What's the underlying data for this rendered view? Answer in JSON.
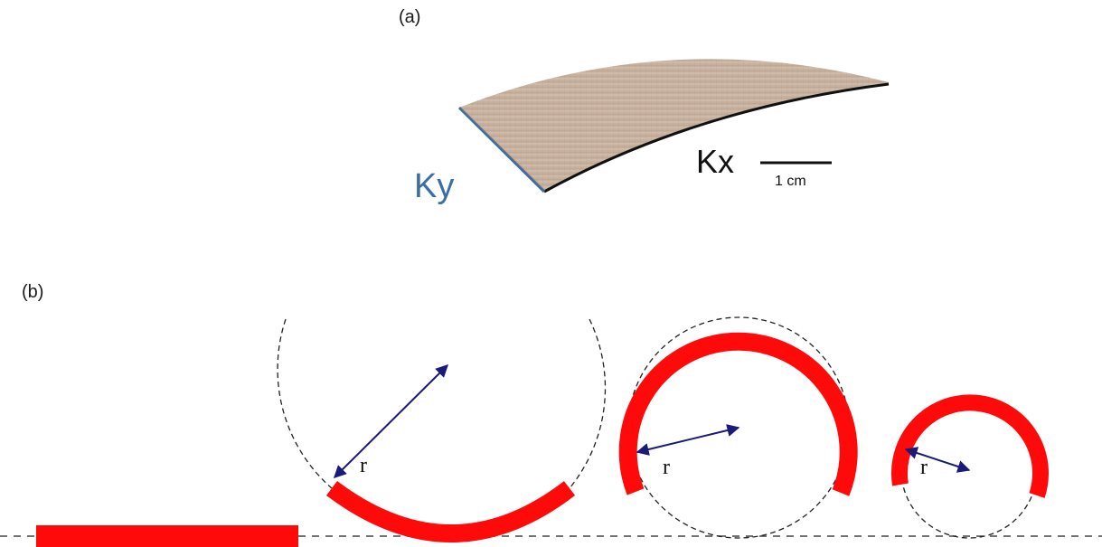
{
  "panel_a": {
    "label": "(a)",
    "ky_label": "Ky",
    "kx_label": "Kx",
    "scale_bar_label": "1 cm",
    "ky_color": "#3a6ea5",
    "kx_color": "#111111",
    "sheet_color": "#c2aa96"
  },
  "panel_b": {
    "label": "(b)",
    "radius_label": "r",
    "strip_color": "#ff0a0a",
    "arrow_color": "#1a1a7a",
    "dash_color": "#444444"
  }
}
